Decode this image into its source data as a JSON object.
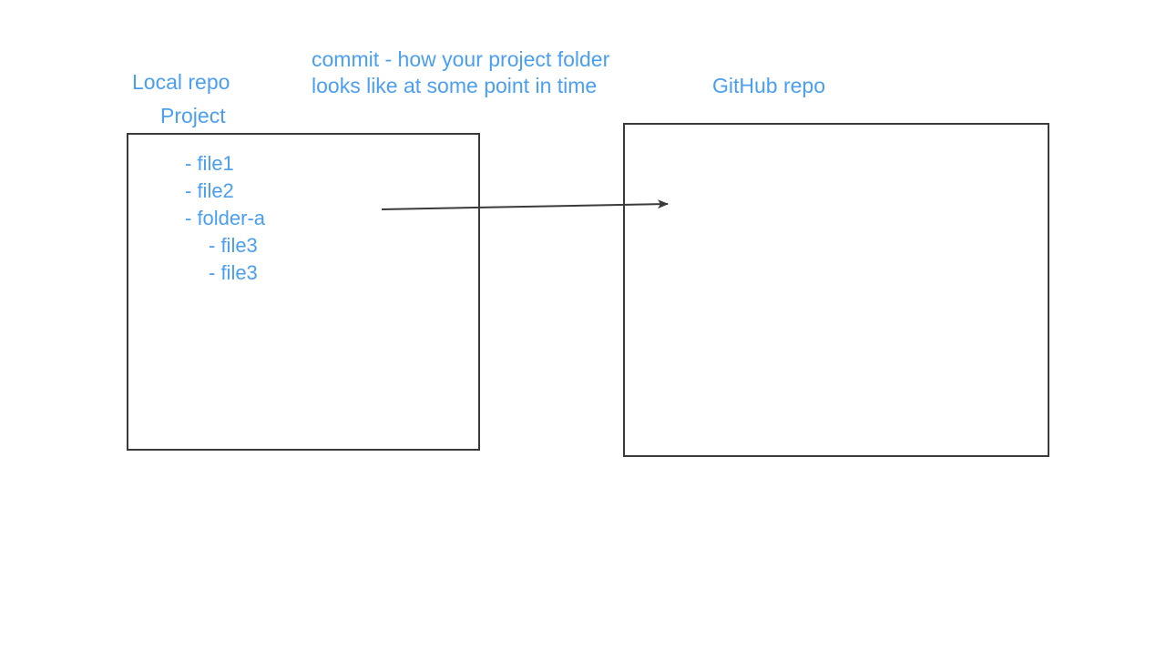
{
  "local": {
    "title": "Local repo",
    "project_label": "Project",
    "tree": [
      "- file1",
      "- file2",
      "- folder-a",
      "- file3",
      "- file3"
    ]
  },
  "commit_note": {
    "line1": "commit - how your project folder",
    "line2": "looks like at some point in time"
  },
  "remote": {
    "title": "GitHub repo"
  },
  "colors": {
    "text": "#4a9ff0",
    "stroke": "#3a3a3a"
  }
}
